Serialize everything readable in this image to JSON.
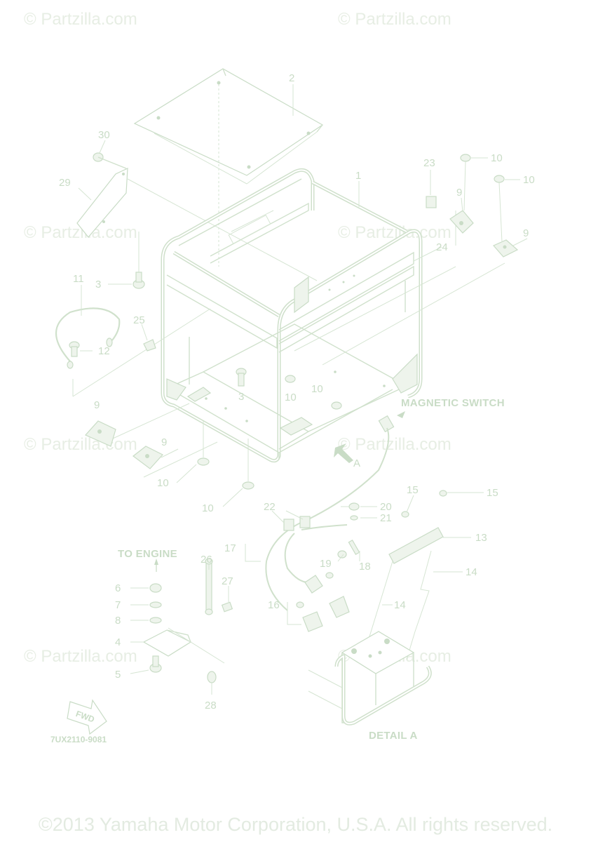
{
  "watermark": "© Partzilla.com",
  "diagram_code": "7UX2110-9081",
  "copyright": "©2013 Yamaha Motor Corporation, U.S.A. All rights reserved.",
  "annotations": {
    "magnetic_switch": "MAGNETIC SWITCH",
    "to_engine": "TO ENGINE",
    "detail_a": "DETAIL A",
    "view_a": "A",
    "fwd": "FWD"
  },
  "callouts": [
    "2",
    "30",
    "29",
    "1",
    "23",
    "10",
    "10",
    "9",
    "9",
    "24",
    "11",
    "3",
    "25",
    "12",
    "3",
    "10",
    "10",
    "9",
    "9",
    "10",
    "10",
    "22",
    "20",
    "21",
    "15",
    "15",
    "13",
    "17",
    "19",
    "18",
    "14",
    "14",
    "16",
    "26",
    "27",
    "6",
    "7",
    "8",
    "4",
    "5",
    "28"
  ]
}
